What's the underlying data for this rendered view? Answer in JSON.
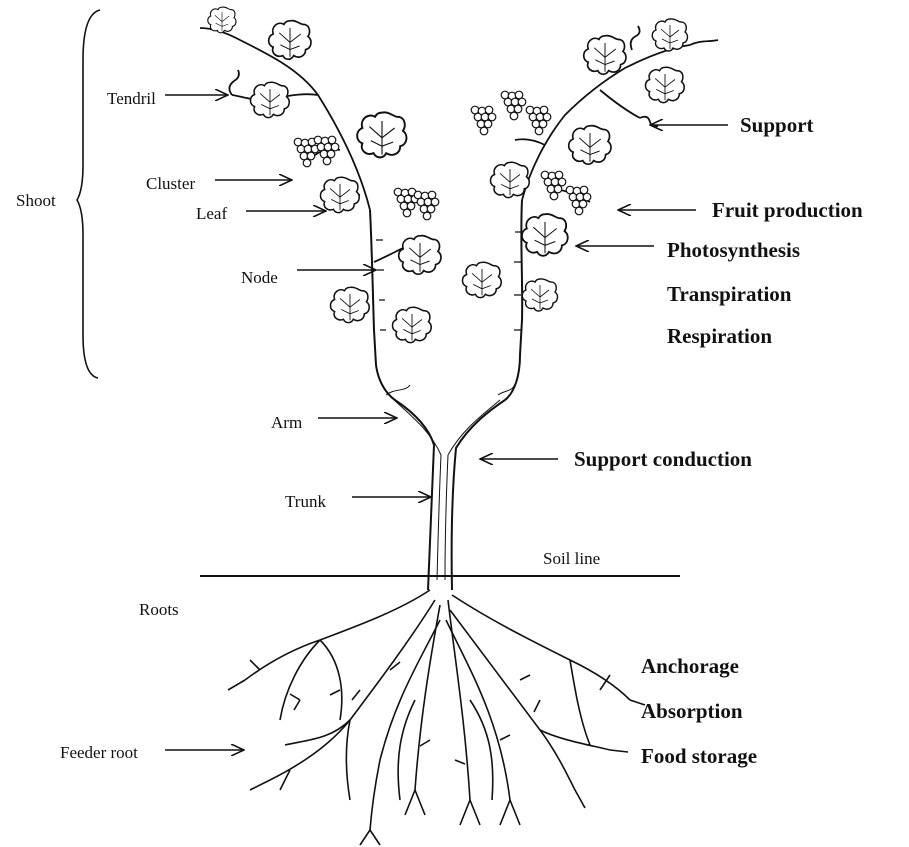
{
  "labels": {
    "shoot": "Shoot",
    "tendril": "Tendril",
    "cluster": "Cluster",
    "leaf": "Leaf",
    "node": "Node",
    "arm": "Arm",
    "trunk": "Trunk",
    "soil_line": "Soil line",
    "roots": "Roots",
    "feeder_root": "Feeder root"
  },
  "functions": {
    "support": "Support",
    "fruit_production": "Fruit production",
    "photosynthesis": "Photosynthesis",
    "transpiration": "Transpiration",
    "respiration": "Respiration",
    "support_conduction": "Support conduction",
    "anchorage": "Anchorage",
    "absorption": "Absorption",
    "food_storage": "Food storage"
  },
  "colors": {
    "ink": "#111111",
    "leaf_fill": "#ffffff",
    "background": "#ffffff"
  }
}
